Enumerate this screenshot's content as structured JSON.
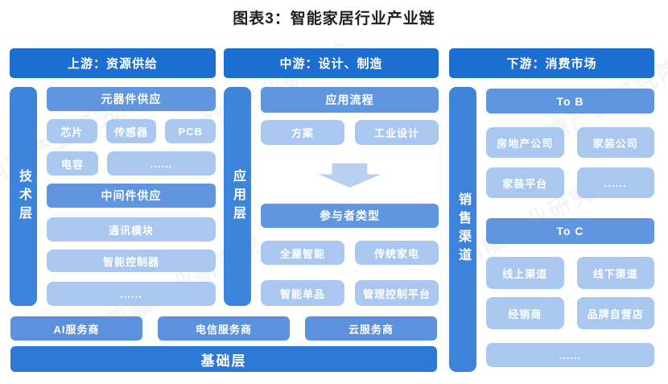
{
  "title": "图表3：智能家居行业产业链",
  "watermark": "前瞻产业研究院",
  "upstream": {
    "header": "上游：资源供给",
    "side_label": "技术层",
    "section1": "元器件供应",
    "row1": [
      "芯片",
      "传感器",
      "PCB"
    ],
    "row2": [
      "电容",
      "......"
    ],
    "section2": "中间件供应",
    "row3": "通讯模块",
    "row4": "智能控制器",
    "row5": "......"
  },
  "midstream": {
    "header": "中游：设计、制造",
    "side_label": "应用层",
    "section1": "应用流程",
    "row1": [
      "方案",
      "工业设计"
    ],
    "section2": "参与者类型",
    "row2": [
      "全屋智能",
      "传统家电"
    ],
    "row3": [
      "智能单品",
      "管理控制平台"
    ]
  },
  "downstream": {
    "header": "下游：消费市场",
    "side_label": "销售渠道",
    "section1": "To B",
    "row1": [
      "房地产公司",
      "家装公司"
    ],
    "row2": [
      "家装平台",
      "......"
    ],
    "section2": "To C",
    "row3": [
      "线上渠道",
      "线下渠道"
    ],
    "row4": [
      "经销商",
      "品牌自营店"
    ],
    "row5": "......"
  },
  "foundation": {
    "services": [
      "AI服务商",
      "电信服务商",
      "云服务商"
    ],
    "base_label": "基础层"
  },
  "colors": {
    "header_blue": "#1c6fd1",
    "side_bar_blue": "#3c83dc",
    "section_blue": "#6095e0",
    "item_blue": "#aac8ef",
    "service_blue": "#5b91dd",
    "base_blue": "#2d79d5",
    "arrow_blue": "#b7cff0"
  }
}
